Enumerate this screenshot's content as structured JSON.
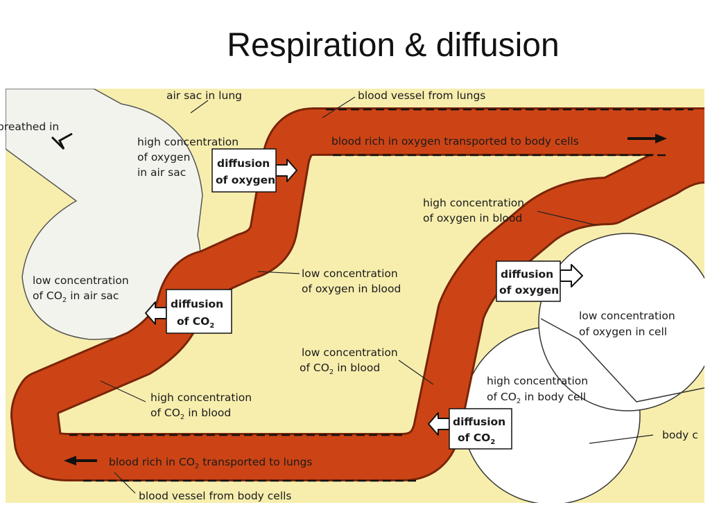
{
  "title": "Respiration & diffusion",
  "labels": {
    "air_sac_in_lung": "air sac in lung",
    "blood_vessel_from_lungs": "blood vessel from lungs",
    "breathed_in": "breathed in",
    "high_o2_air_sac": [
      "high concentration",
      "of oxygen",
      "in air sac"
    ],
    "blood_rich_oxygen": "blood rich in oxygen transported to body cells",
    "high_o2_blood": [
      "high concentration",
      "of oxygen in blood"
    ],
    "low_o2_blood": [
      "low concentration",
      "of oxygen in blood"
    ],
    "low_co2_air_sac_line1": "low concentration",
    "low_co2_air_sac_line2": {
      "pre": "of CO",
      "sub": "2",
      "post": " in air sac"
    },
    "low_o2_cell": [
      "low concentration",
      "of oxygen in cell"
    ],
    "low_co2_blood_line1": "low concentration",
    "low_co2_blood_line2": {
      "pre": "of CO",
      "sub": "2",
      "post": " in blood"
    },
    "high_co2_body_cell_line1": "high concentration",
    "high_co2_body_cell_line2": {
      "pre": "of CO",
      "sub": "2",
      "post": " in body cell"
    },
    "high_co2_blood_line1": "high concentration",
    "high_co2_blood_line2": {
      "pre": "of CO",
      "sub": "2",
      "post": " in blood"
    },
    "body_cell": "body c",
    "blood_rich_co2": {
      "pre": "blood rich in CO",
      "sub": "2",
      "post": " transported to lungs"
    },
    "blood_vessel_from_body": "blood vessel from body cells"
  },
  "boxes": {
    "diffusion_oxygen_1": [
      "diffusion",
      "of oxygen"
    ],
    "diffusion_co2_1": {
      "line1": "diffusion",
      "pre": "of CO",
      "sub": "2"
    },
    "diffusion_oxygen_2": [
      "diffusion",
      "of oxygen"
    ],
    "diffusion_co2_2": {
      "line1": "diffusion",
      "pre": "of CO",
      "sub": "2"
    }
  },
  "colors": {
    "background": "#f7eeae",
    "vessel": "#cc4415",
    "vessel_outline": "#7a2408",
    "air_sac": "#f3f3ee",
    "cell": "#ffffff"
  }
}
